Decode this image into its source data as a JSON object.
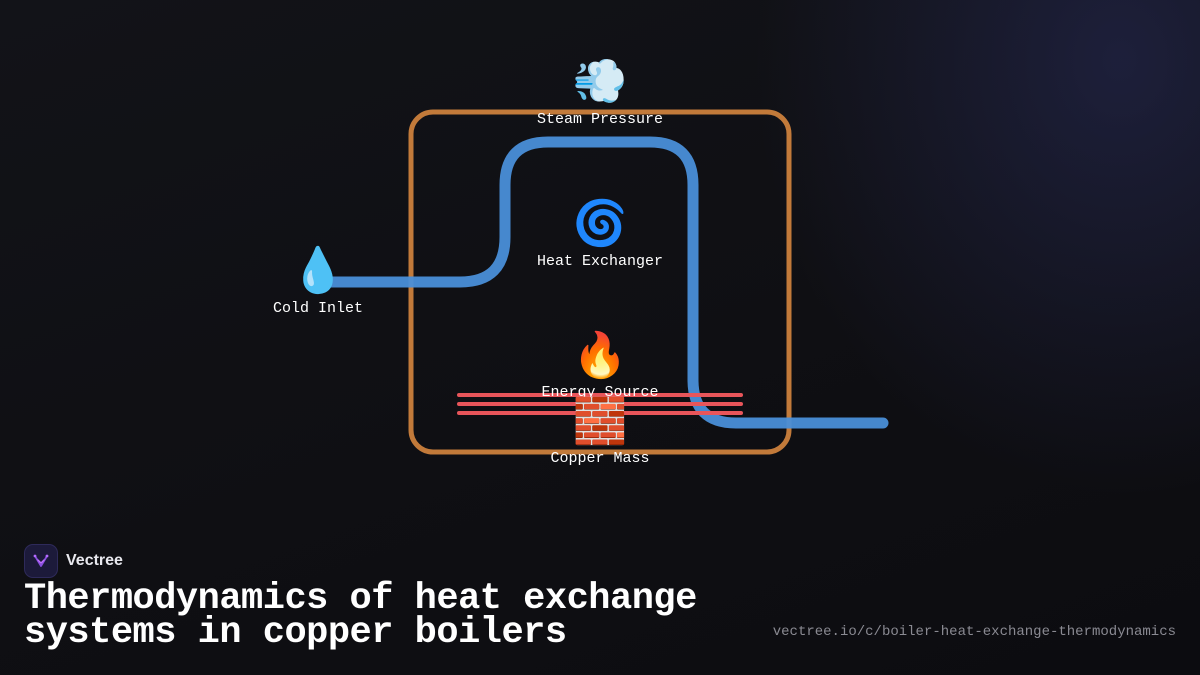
{
  "nodes": {
    "steam": {
      "icon": "💨",
      "label": "Steam Pressure"
    },
    "exchanger": {
      "icon": "🌀",
      "label": "Heat Exchanger"
    },
    "inlet": {
      "icon": "💧",
      "label": "Cold Inlet"
    },
    "source": {
      "icon": "🔥",
      "label": "Energy Source"
    },
    "copper": {
      "icon": "🧱",
      "label": "Copper Mass"
    }
  },
  "colors": {
    "boiler_outline": "#c27a3a",
    "water_pipe": "#4a8fd8",
    "heating_elements": "#e8555a"
  },
  "brand": {
    "name": "Vectree",
    "logo_icon": "vectree-logo-icon"
  },
  "title": {
    "line1": "Thermodynamics of heat exchange",
    "line2": "systems in copper boilers"
  },
  "url": "vectree.io/c/boiler-heat-exchange-thermodynamics"
}
